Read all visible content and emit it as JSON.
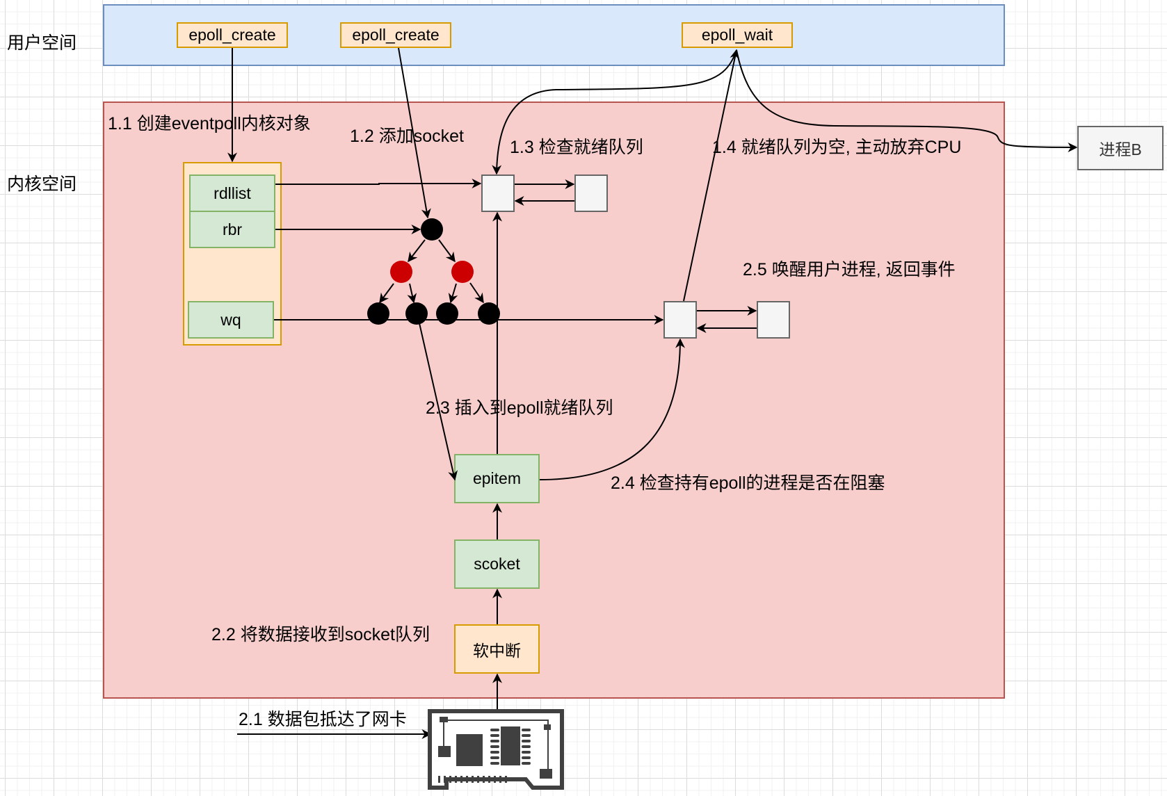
{
  "regions": {
    "user_space": "用户空间",
    "kernel_space": "内核空间"
  },
  "user_calls": {
    "epoll_create_1": "epoll_create",
    "epoll_create_2": "epoll_create",
    "epoll_wait": "epoll_wait"
  },
  "eventpoll": {
    "rdllist": "rdllist",
    "rbr": "rbr",
    "wq": "wq"
  },
  "nodes": {
    "epitem": "epitem",
    "socket": "scoket",
    "softirq": "软中断",
    "process_b": "进程B",
    "nic": "network-card"
  },
  "steps": {
    "s1_1": "1.1 创建eventpoll内核对象",
    "s1_2": "1.2 添加socket",
    "s1_3": "1.3 检查就绪队列",
    "s1_4": "1.4 就绪队列为空, 主动放弃CPU",
    "s2_1": "2.1 数据包抵达了网卡",
    "s2_2": "2.2 将数据接收到socket队列",
    "s2_3": "2.3 插入到epoll就绪队列",
    "s2_4": "2.4 检查持有epoll的进程是否在阻塞",
    "s2_5": "2.5 唤醒用户进程, 返回事件"
  },
  "colors": {
    "user_fill": "#dae8fc",
    "user_stroke": "#6c8ebf",
    "kernel_fill": "#f8cecc",
    "kernel_stroke": "#b85450",
    "orange_fill": "#ffe6cc",
    "orange_stroke": "#d79b00",
    "green_fill": "#d5e8d4",
    "green_stroke": "#82b366",
    "red_node": "#cc0000",
    "black_node": "#000000"
  }
}
